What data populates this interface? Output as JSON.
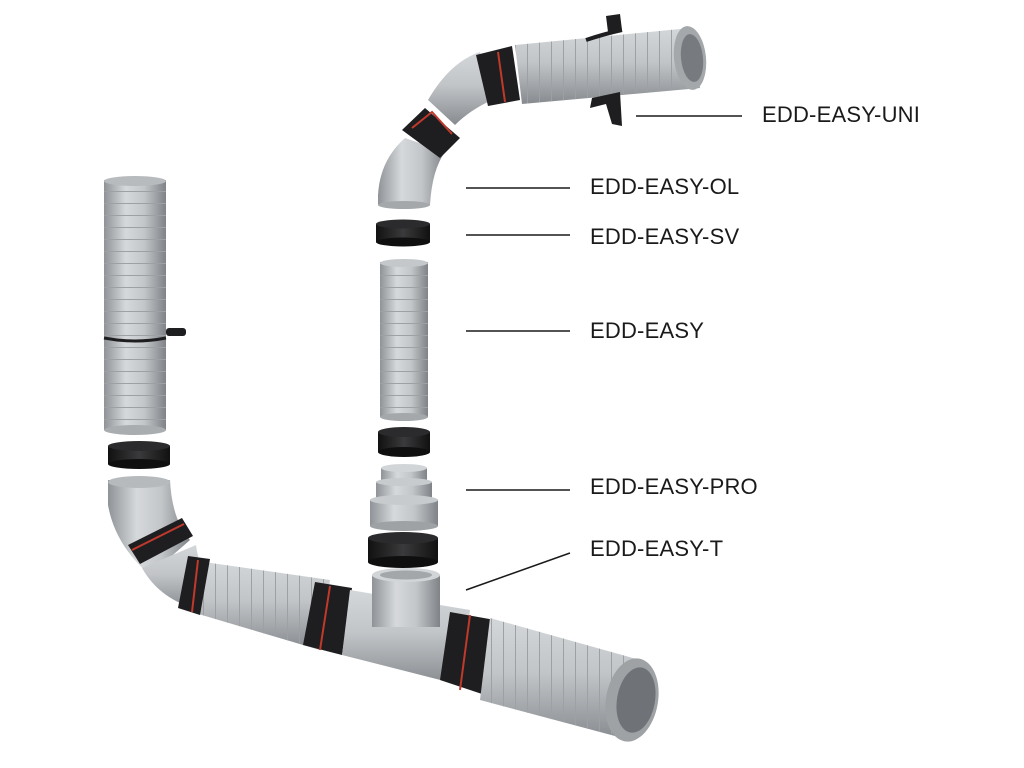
{
  "labels": {
    "uni": "EDD-EASY-UNI",
    "ol": "EDD-EASY-OL",
    "sv": "EDD-EASY-SV",
    "pipe": "EDD-EASY",
    "pro": "EDD-EASY-PRO",
    "tee": "EDD-EASY-T"
  },
  "colors": {
    "pipe_light": "#c9ccce",
    "pipe_mid": "#a9adb0",
    "pipe_dark": "#7d8185",
    "seal_black": "#1e1e20",
    "seal_red": "#c0392b",
    "leader_line": "#1a1a1a"
  },
  "icons": [
    "pipe-section",
    "elbow-fitting",
    "socket-seal",
    "reducer-fitting",
    "tee-fitting",
    "wall-bracket"
  ]
}
